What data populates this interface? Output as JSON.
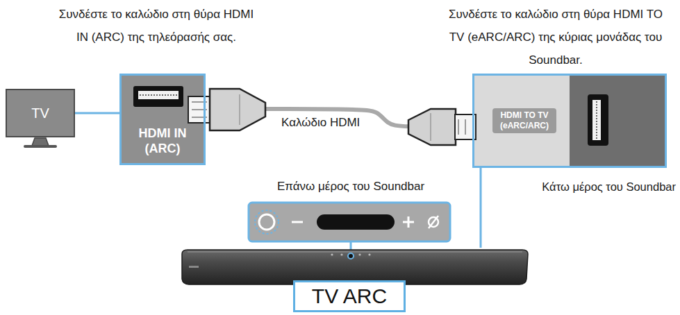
{
  "diagram": {
    "nodes": [
      {
        "text": [
          "TV"
        ]
      },
      {
        "text": [
          "HDMI IN (ARC)"
        ]
      },
      {
        "text": [
          "HDMI TO TV (eARC/ARC)"
        ]
      },
      {
        "text": [
          "TV ARC"
        ]
      }
    ],
    "edges": [
      {
        "from": 0,
        "to": 1,
        "arrow": "none"
      },
      {
        "from": 1,
        "to": 2,
        "label": "Καλώδιο HDMI",
        "arrow": "none"
      }
    ],
    "labels": [
      "Συνδέστε το καλώδιο στη θύρα HDMI IN (ARC) της τηλεόρασής σας.",
      "Συνδέστε το καλώδιο στη θύρα HDMI TO TV (eARC/ARC) της κύριας μονάδας του Soundbar.",
      "Επάνω μέρος του Soundbar",
      "Κάτω μέρος του Soundbar"
    ]
  }
}
